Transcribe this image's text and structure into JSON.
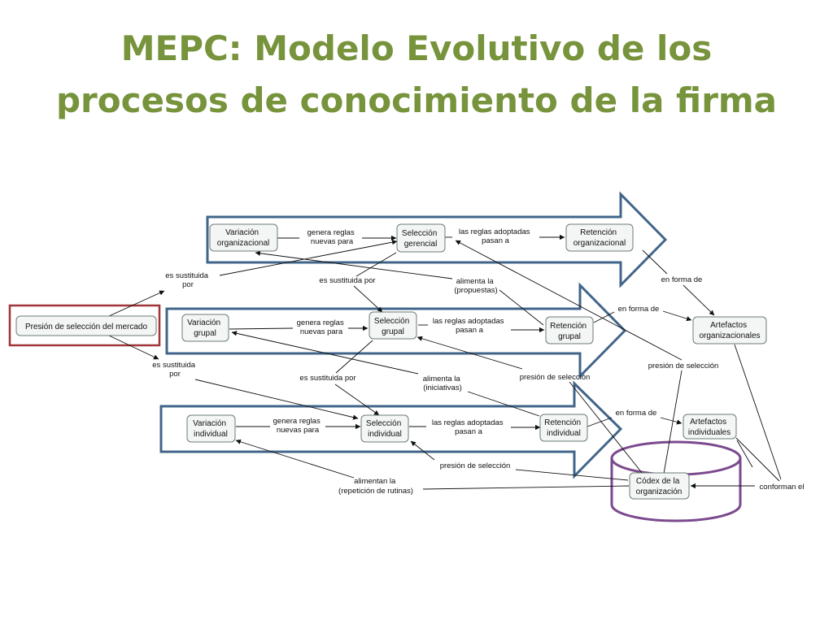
{
  "slide": {
    "title_line1": "MEPC: Modelo Evolutivo de los",
    "title_line2": "procesos de conocimiento de la firma"
  },
  "colors": {
    "title": "#77933c",
    "level_arrow_stroke": "#41658a",
    "market_box_stroke": "#a0353a",
    "codex_cylinder_stroke": "#7b4a8e",
    "node_fill": "#f3f6f4",
    "node_stroke": "#6d7c74"
  },
  "nodes": {
    "presion_mercado": [
      "Presión de selección del mercado"
    ],
    "var_org": [
      "Variación",
      "organizacional"
    ],
    "sel_ger": [
      "Selección",
      "gerencial"
    ],
    "ret_org": [
      "Retención",
      "organizacional"
    ],
    "var_grup": [
      "Variación",
      "grupal"
    ],
    "sel_grup": [
      "Selección",
      "grupal"
    ],
    "ret_grup": [
      "Retención",
      "grupal"
    ],
    "var_ind": [
      "Variación",
      "individual"
    ],
    "sel_ind": [
      "Selección",
      "individual"
    ],
    "ret_ind": [
      "Retención",
      "individual"
    ],
    "art_org": [
      "Artefactos",
      "organizacionales"
    ],
    "art_ind": [
      "Artefactos",
      "individuales"
    ],
    "codex": [
      "Códex de la",
      "organización"
    ]
  },
  "edge_labels": {
    "genera_org": [
      "genera reglas",
      "nuevas para"
    ],
    "adoptadas_org": [
      "las reglas adoptadas",
      "pasan a"
    ],
    "sustituida_top": [
      "es sustituida",
      "por"
    ],
    "sustituida_mid1": [
      "es sustituida por"
    ],
    "alimenta_propuestas": [
      "alimenta la",
      "(propuestas)"
    ],
    "forma_org": [
      "en forma de"
    ],
    "genera_grup": [
      "genera reglas",
      "nuevas para"
    ],
    "adoptadas_grup": [
      "las reglas adoptadas",
      "pasan a"
    ],
    "forma_grup": [
      "en forma de"
    ],
    "sustituida_left2": [
      "es sustituida",
      "por"
    ],
    "sustituida_mid2": [
      "es sustituida por"
    ],
    "alimenta_iniciativas": [
      "alimenta la",
      "(iniciativas)"
    ],
    "presion_grup": [
      "presión de selección"
    ],
    "presion_org": [
      "presión de selección"
    ],
    "genera_ind": [
      "genera reglas",
      "nuevas para"
    ],
    "adoptadas_ind": [
      "las reglas adoptadas",
      "pasan a"
    ],
    "forma_ind": [
      "en forma de"
    ],
    "presion_ind": [
      "presión de selección"
    ],
    "alimentan_rutinas": [
      "alimentan la",
      "(repetición de rutinas)"
    ],
    "conforman": [
      "conforman el"
    ]
  }
}
